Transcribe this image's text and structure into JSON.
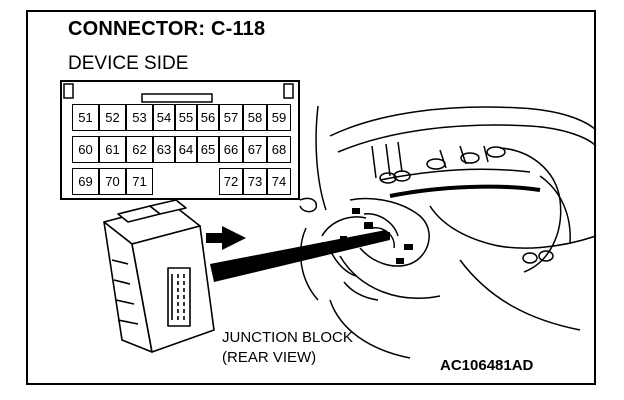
{
  "connector_title": "CONNECTOR: C-118",
  "connector_subtitle": "DEVICE SIDE",
  "pin_rows": [
    [
      "51",
      "52",
      "53",
      "54",
      "55",
      "56",
      "57",
      "58",
      "59"
    ],
    [
      "60",
      "61",
      "62",
      "63",
      "64",
      "65",
      "66",
      "67",
      "68"
    ],
    [
      "69",
      "70",
      "71",
      "72",
      "73",
      "74"
    ]
  ],
  "callout": {
    "line1": "JUNCTION BLOCK",
    "line2": "(REAR VIEW)"
  },
  "figure_id": "AC106481AD"
}
